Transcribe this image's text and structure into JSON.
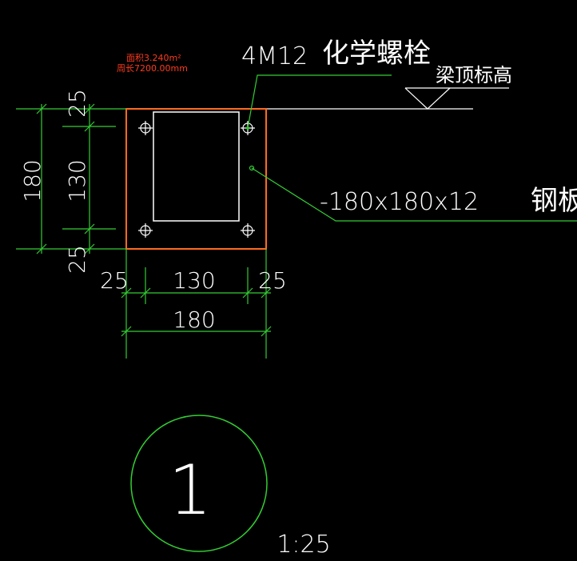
{
  "annotations": {
    "area_label": "面积3.240m²",
    "perimeter_label": "周长7200.00mm",
    "bolt_callout": "4M12",
    "bolt_type": "化学螺栓",
    "beam_top_label": "梁顶标高",
    "plate_spec": "-180x180x12",
    "plate_material": "钢板"
  },
  "dimensions": {
    "left_outer": "180",
    "left_top": "25",
    "left_middle": "130",
    "left_bottom": "25",
    "bottom_left": "25",
    "bottom_middle": "130",
    "bottom_right": "25",
    "bottom_total": "180"
  },
  "detail": {
    "number": "1",
    "scale": "1:25"
  },
  "colors": {
    "background": "#000000",
    "plate_outline": "#ff6a1f",
    "dimension_line": "#33cc33",
    "leader_line": "#33cc33",
    "annotation_red": "#ff3b1f",
    "line_white": "#ffffff"
  }
}
